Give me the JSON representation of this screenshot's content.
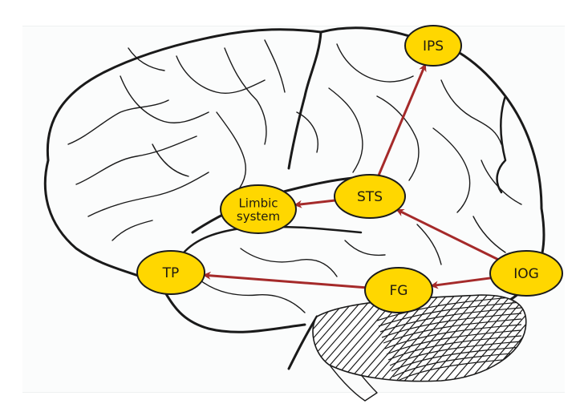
{
  "diagram": {
    "title": "Face-processing network over lateral brain view",
    "colors": {
      "node_fill": "#ffd700",
      "node_stroke": "#1a1a1a",
      "arrow": "#a52a2a",
      "brain_line": "#1a1a1a"
    },
    "nodes": [
      {
        "id": "IPS",
        "label": [
          "IPS"
        ]
      },
      {
        "id": "STS",
        "label": [
          "STS"
        ]
      },
      {
        "id": "LIMBIC",
        "label": [
          "Limbic",
          "system"
        ]
      },
      {
        "id": "TP",
        "label": [
          "TP"
        ]
      },
      {
        "id": "FG",
        "label": [
          "FG"
        ]
      },
      {
        "id": "IOG",
        "label": [
          "IOG"
        ]
      }
    ],
    "edges": [
      {
        "from": "STS",
        "to": "IPS"
      },
      {
        "from": "STS",
        "to": "LIMBIC"
      },
      {
        "from": "IOG",
        "to": "STS"
      },
      {
        "from": "IOG",
        "to": "FG"
      },
      {
        "from": "FG",
        "to": "TP"
      }
    ]
  }
}
